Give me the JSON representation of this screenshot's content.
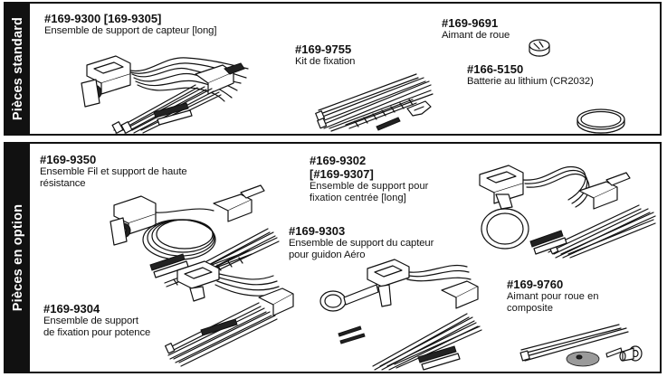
{
  "standard": {
    "tab_label": "Pièces standard",
    "items": [
      {
        "part": "#169-9300 [169-9305]",
        "desc": "Ensemble de support de capteur [long]"
      },
      {
        "part": "#169-9755",
        "desc": "Kit de fixation"
      },
      {
        "part": "#169-9691",
        "desc": "Aimant de roue"
      },
      {
        "part": "#166-5150",
        "desc": "Batterie au lithium (CR2032)"
      }
    ]
  },
  "optional": {
    "tab_label": "Pièces en option",
    "items": [
      {
        "part": "#169-9350",
        "desc_line1": "Ensemble Fil et support de haute",
        "desc_line2": "résistance"
      },
      {
        "part": "#169-9302",
        "part_line2": "[#169-9307]",
        "desc_line1": "Ensemble de support pour",
        "desc_line2": "fixation centrée [long]"
      },
      {
        "part": "#169-9303",
        "desc_line1": "Ensemble de support du capteur",
        "desc_line2": "pour guidon Aéro"
      },
      {
        "part": "#169-9304",
        "desc_line1": "Ensemble de support",
        "desc_line2": "de fixation pour potence"
      },
      {
        "part": "#169-9760",
        "desc_line1": "Aimant pour roue en",
        "desc_line2": "composite"
      }
    ]
  }
}
